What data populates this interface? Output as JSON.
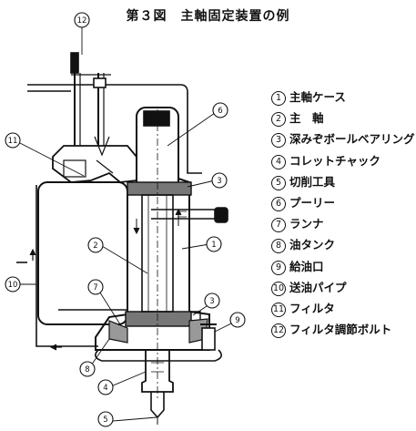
{
  "title": "第３図　主軸固定装置の例",
  "legend": [
    {
      "num": "1",
      "label": "主軸ケース"
    },
    {
      "num": "2",
      "label": "主　軸"
    },
    {
      "num": "3",
      "label": "深みぞボールベアリング"
    },
    {
      "num": "4",
      "label": "コレットチャック"
    },
    {
      "num": "5",
      "label": "切削工具"
    },
    {
      "num": "6",
      "label": "プーリー"
    },
    {
      "num": "7",
      "label": "ランナ"
    },
    {
      "num": "8",
      "label": "油タンク"
    },
    {
      "num": "9",
      "label": "給油口"
    },
    {
      "num": "10",
      "label": "送油パイプ"
    },
    {
      "num": "11",
      "label": "フィルタ"
    },
    {
      "num": "12",
      "label": "フィルタ調節ボルト"
    }
  ],
  "callouts": [
    "12",
    "11",
    "6",
    "3",
    "1",
    "2",
    "10",
    "7",
    "3",
    "9",
    "8",
    "4",
    "5"
  ]
}
